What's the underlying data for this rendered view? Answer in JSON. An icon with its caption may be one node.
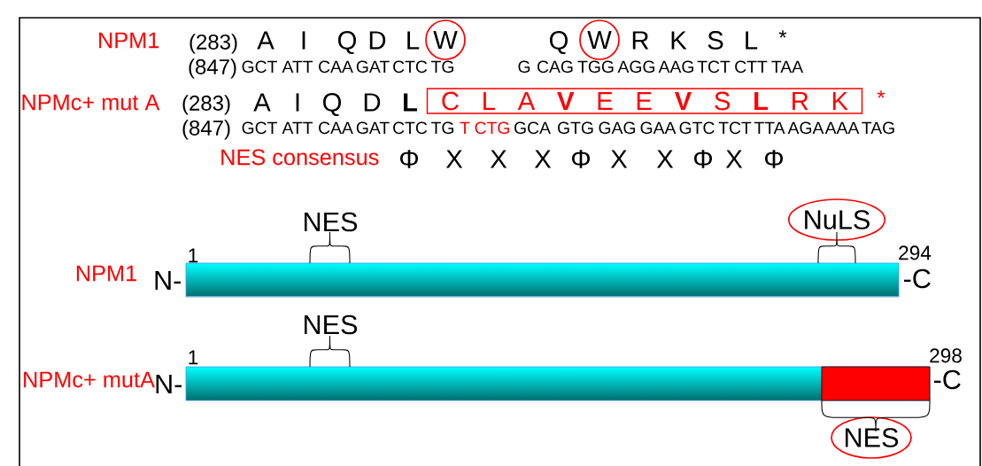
{
  "diagram": {
    "nodes": [
      {
        "text": [
          "W"
        ]
      },
      {
        "text": [
          "W"
        ]
      },
      {
        "text": [
          "C L A **V** E E **V** S **L** R K"
        ]
      },
      {
        "text": [
          "NuLS"
        ]
      },
      {
        "text": [],
        "shape": "bar"
      },
      {
        "text": [],
        "shape": "bar"
      },
      {
        "text": [],
        "shape": "box",
        "in": 5
      },
      {
        "text": [
          "NES"
        ]
      }
    ],
    "labels": [
      "NPM1",
      "(283)",
      "A",
      "I",
      "Q",
      "D",
      "L",
      "Q",
      "R",
      "K",
      "S",
      "L",
      "*",
      "(847)",
      "GCT",
      "ATT",
      "CAA",
      "GAT",
      "CTC",
      "TG",
      "G",
      "CAG",
      "TGG",
      "AGG",
      "AAG",
      "TCT",
      "CTT",
      "TAA",
      "NPMc+ mut A",
      "(283)",
      "A",
      "I",
      "Q",
      "D",
      "L",
      "*",
      "(847)",
      "GCT",
      "ATT",
      "CAA",
      "GAT",
      "CTC",
      "TG",
      "T",
      "CTG",
      "GCA",
      "GTG",
      "GAG",
      "GAA",
      "GTC",
      "TCT",
      "TTA",
      "AGA",
      "AAA",
      "TAG",
      "NES consensus",
      "Φ",
      "X",
      "X",
      "X",
      "Φ",
      "X",
      "X",
      "Φ",
      "X",
      "Φ",
      "NES",
      "1",
      "294",
      "NPM1",
      "N-",
      "-C",
      "NES",
      "1",
      "298",
      "NPMc+ mutA",
      "N-",
      "-C"
    ]
  }
}
